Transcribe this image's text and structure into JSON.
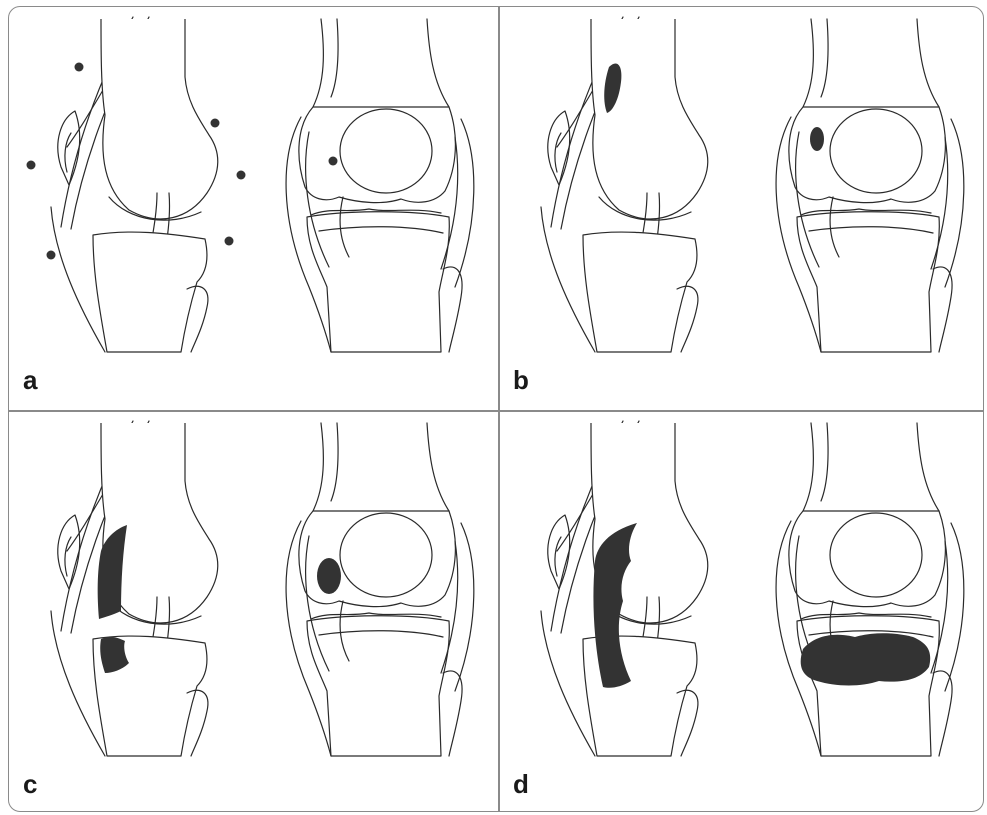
{
  "panels": [
    {
      "label": "a"
    },
    {
      "label": "b"
    },
    {
      "label": "c"
    },
    {
      "label": "d"
    }
  ],
  "colors": {
    "outline": "#2a2a2a",
    "lesion_fill": "#333333",
    "border": "#8a8a8a"
  }
}
